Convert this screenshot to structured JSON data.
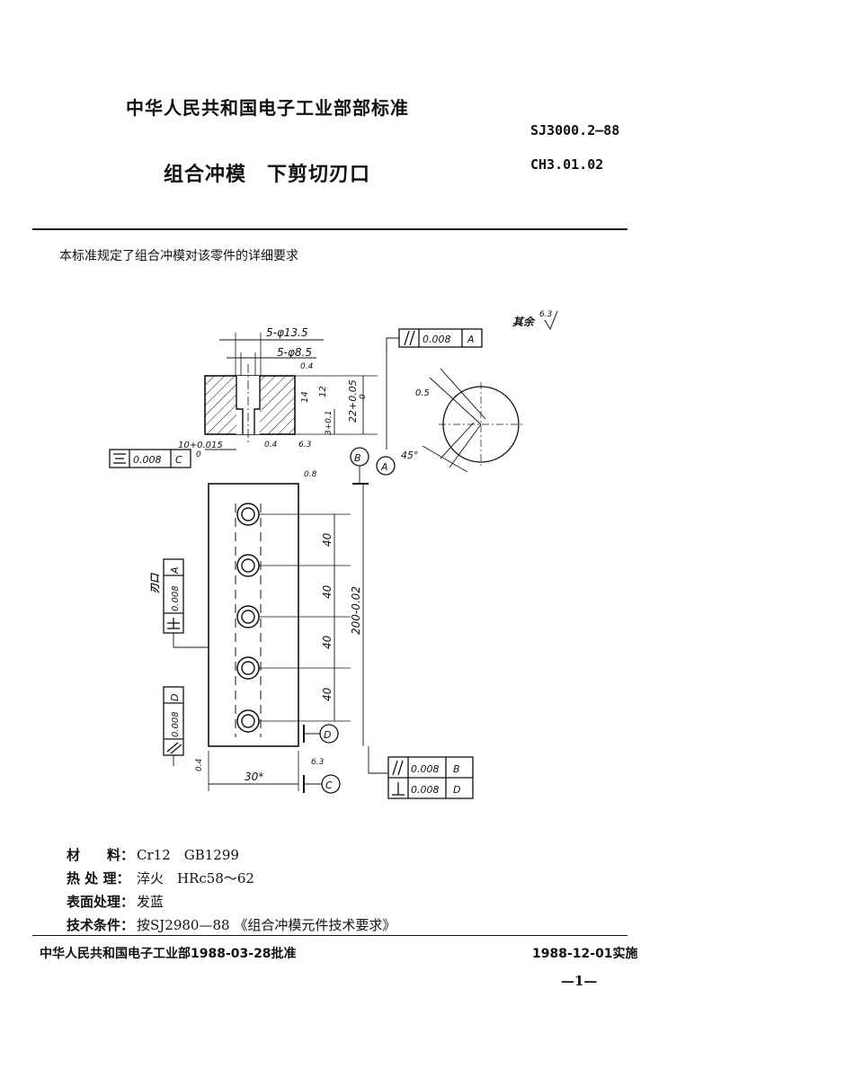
{
  "header": {
    "organization": "中华人民共和国电子工业部部标准",
    "standard_code": "SJ3000.2—88",
    "title": "组合冲模　下剪切刃口",
    "part_code": "CH3.01.02"
  },
  "scope_text": "本标准规定了组合冲模对该零件的详细要求",
  "drawing": {
    "dim_hole_large": "5-φ13.5",
    "dim_hole_small": "5-φ8.5",
    "dim_width_top": "10+0.015",
    "dim_width_top_lower": "0",
    "dim_height": "22+0.05",
    "dim_height_lower": "0",
    "dim_12": "12",
    "dim_3": "3+0.1",
    "dim_14": "14",
    "dim_chamfer": "0.5",
    "dim_angle": "45°",
    "pitch_1": "40",
    "pitch_2": "40",
    "pitch_3": "40",
    "pitch_4": "40",
    "dim_length": "200-0.02",
    "dim_width": "30*",
    "roughness_rest_label": "其余",
    "roughness_rest": "6.3",
    "roughness_a": "0.4",
    "roughness_b": "0.4",
    "roughness_c": "0.8",
    "roughness_d": "6.3",
    "roughness_e": "6.3",
    "roughness_f": "0.4",
    "datum_a": "A",
    "datum_b": "B",
    "datum_c": "C",
    "datum_d": "D",
    "edge_label": "刃口",
    "tol_parallel_a_value": "0.008",
    "tol_parallel_a_ref": "A",
    "tol_sym_value": "0.008",
    "tol_sym_ref": "C",
    "tol_perp_a_value": "0.008",
    "tol_perp_a_ref": "A",
    "tol_parallel_d_value": "0.008",
    "tol_parallel_d_ref": "D",
    "tol_parallel_b_value": "0.008",
    "tol_parallel_b_ref": "B",
    "tol_perp_d_value": "0.008",
    "tol_perp_d_ref": "D"
  },
  "specs": [
    {
      "label": "材　　料：",
      "value": "Cr12　GB1299"
    },
    {
      "label": "热 处 理：",
      "value": "淬火　HRc58～62"
    },
    {
      "label": "表面处理：",
      "value": "发蓝"
    },
    {
      "label": "技术条件：",
      "value": "按SJ2980—88 《组合冲模元件技术要求》"
    }
  ],
  "footer": {
    "approval": "中华人民共和国电子工业部1988-03-28批准",
    "effective": "1988-12-01实施",
    "page": "—1—"
  }
}
